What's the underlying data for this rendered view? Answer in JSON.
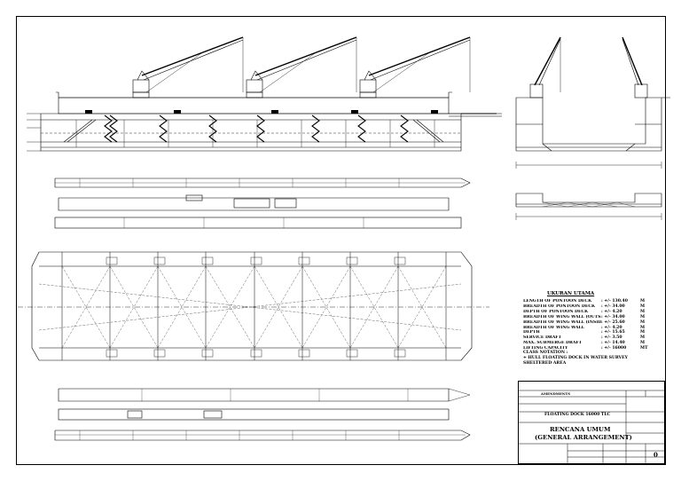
{
  "sheet": {
    "views": [
      "side-elevation",
      "end-section",
      "deck-plans",
      "pontoon-plan",
      "midship-section"
    ]
  },
  "specs": {
    "title": "UKURAN UTAMA",
    "rows": [
      {
        "label": "LENGTH OF PONTOON DECK",
        "value": ": +/- 130.40",
        "unit": "M"
      },
      {
        "label": "BREADTH OF PONTOON DECK",
        "value": ": +/- 34.00",
        "unit": "M"
      },
      {
        "label": "DEPTH OF PONTOON DECK",
        "value": ": +/- 4.20",
        "unit": "M"
      },
      {
        "label": "BREADTH OF WING WALL (OUTSIDE)",
        "value": ": +/- 34.00",
        "unit": "M"
      },
      {
        "label": "BREADTH OF WING WALL (INSIDE)",
        "value": ": +/- 25.60",
        "unit": "M"
      },
      {
        "label": "BREADTH OF WING WALL",
        "value": ": +/- 4.20",
        "unit": "M"
      },
      {
        "label": "DEPTH",
        "value": ": +/- 15.65",
        "unit": "M"
      },
      {
        "label": "SERVICE DRAFT",
        "value": ": +/- 3.50",
        "unit": "M"
      },
      {
        "label": "MAX. SUBMERGE DRAFT",
        "value": ": +/- 14.40",
        "unit": "M"
      },
      {
        "label": "LIFTING CAPACITY",
        "value": ": +/- 16000",
        "unit": "MT"
      }
    ],
    "class_title": "CLASS NOTATION :",
    "class_line1": "+  HULL FLOATING DOCK IN WATER SURVEY",
    "class_line2": "SHELTERED AREA"
  },
  "title_block": {
    "header": "AMENDMENTS",
    "project": "FLOATING DOCK 16000 TLC",
    "drawing_title_1": "RENCANA UMUM",
    "drawing_title_2": "(GENERAL ARRANGEMENT)",
    "sheet_no": "0"
  }
}
